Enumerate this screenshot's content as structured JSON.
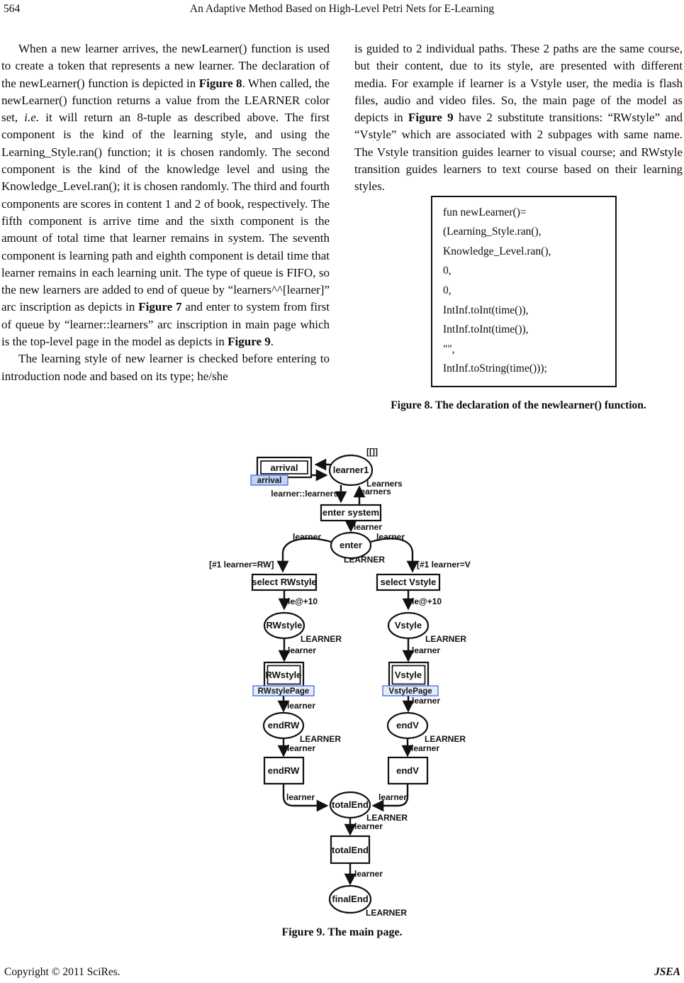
{
  "page": {
    "header": {
      "page_number": "564",
      "title": "An Adaptive Method Based on High-Level Petri Nets for E-Learning"
    },
    "footer": {
      "copyright": "Copyright © 2011 SciRes.",
      "journal": "JSEA"
    }
  },
  "columns": {
    "left": {
      "p1": [
        "When a new learner arrives, the newLearner() function is used to create a token that represents a new learner. The declaration of the newLearner() function is depicted in ",
        "Figure 8",
        ". When called, the newLearner() function returns a value from the LEARNER color set, ",
        "i.e.",
        " it will return an 8-tuple as described above. The first component is the kind of the learning style, and using the Learning_Style.ran() function; it is chosen randomly. The second component is the kind of the knowledge level and using the Knowledge_Level.ran(); it is chosen randomly. The third and fourth components are scores in content 1 and 2 of book, respectively. The fifth component is arrive time and the sixth component is the amount of total time that learner remains in system. The seventh component is learning path and eighth component is detail time that learner remains in each learning unit. The type of queue is FIFO, so the new learners are added to end of queue by “learners^^[learner]” arc inscription as depicts in ",
        "Figure 7",
        " and enter to system from first of queue by “learner::learners” arc inscription in main page which is the top-level page in the model as depicts in ",
        "Figure 9",
        "."
      ],
      "p2": [
        "The learning style of new learner is checked before entering to introduction node and based on its type; he/she"
      ]
    },
    "right": {
      "p1": [
        "is guided to 2 individual paths. These 2 paths are the same course, but their content, due to its style, are presented with different media. For example if learner is a Vstyle user, the media is flash files, audio and video files. So, the main page of the model as depicts in ",
        "Figure 9",
        " have 2 substitute transitions: “RWstyle” and “Vstyle” which are associated with 2 subpages with same name. The Vstyle transition guides learner to visual course; and RWstyle transition guides learners to text course based on their learning styles."
      ]
    }
  },
  "figure8": {
    "code_lines": [
      "fun newLearner()=",
      "(Learning_Style.ran(),",
      "Knowledge_Level.ran(),",
      "0,",
      "0,",
      "IntInf.toInt(time()),",
      "IntInf.toInt(time()),",
      "\"\",",
      "IntInf.toString(time()));"
    ],
    "caption": "Figure 8. The declaration of the newlearner() function."
  },
  "figure9": {
    "caption": "Figure 9. The main page.",
    "colors": {
      "tag_text": "#1c1cd6",
      "tag_border": "#3a5bdd",
      "tag_bg": "#e4edfb",
      "arrival_tag_bg": "#c3d4f2"
    },
    "labels": {
      "arrival": "arrival",
      "arrival_tag": "arrival",
      "learner1": "learner1",
      "marking": "[[]]",
      "learners_cs": "Learners",
      "arc_learners": "learners",
      "arc_learner_cons": "learner::learners",
      "enter_system": "enter system",
      "arc_learner": "learner",
      "enter": "enter",
      "cs_learner": "LEARNER",
      "guard_rw": "[#1 learner=RW]",
      "guard_v": "[#1 learner=V",
      "select_rwstyle": "select RWstyle",
      "select_vstyle": "select Vstyle",
      "delay": "le@+10",
      "rwstyle": "RWstyle",
      "vstyle": "Vstyle",
      "rwstyle_tag": "RWstylePage",
      "vstyle_tag": "VstylePage",
      "endrw": "endRW",
      "endv": "endV",
      "totalend": "totalEnd",
      "finalend": "finalEnd"
    }
  }
}
